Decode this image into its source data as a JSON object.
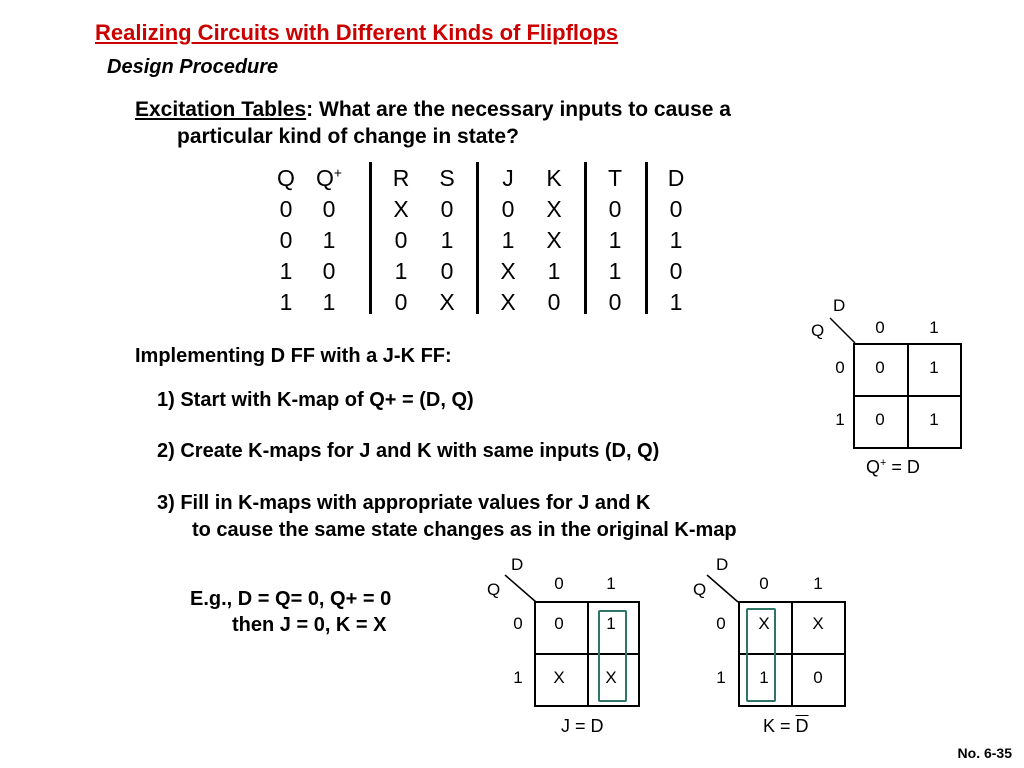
{
  "title": "Realizing Circuits with Different Kinds of Flipflops",
  "subtitle": "Design Procedure",
  "excitation": {
    "label": "Excitation Tables",
    "line1_rest": ":  What are the necessary inputs to cause a",
    "line2": "particular kind of change in state?"
  },
  "table": {
    "headers": [
      "Q",
      "Q",
      "R",
      "S",
      "J",
      "K",
      "T",
      "D"
    ],
    "q_plus_sup": "+",
    "rows": [
      [
        "0",
        "0",
        "X",
        "0",
        "0",
        "X",
        "0",
        "0"
      ],
      [
        "0",
        "1",
        "0",
        "1",
        "1",
        "X",
        "1",
        "1"
      ],
      [
        "1",
        "0",
        "1",
        "0",
        "X",
        "1",
        "1",
        "0"
      ],
      [
        "1",
        "1",
        "0",
        "X",
        "X",
        "0",
        "0",
        "1"
      ]
    ]
  },
  "implementing": "Implementing D FF with a J-K FF:",
  "steps": [
    "1) Start with K-map of Q+ = (D, Q)",
    "2) Create K-maps for J and K with same inputs (D, Q)",
    "3) Fill in K-maps with appropriate values for J and K",
    "to cause the same state changes as in the original K-map"
  ],
  "example": {
    "line1": "E.g., D = Q= 0, Q+ = 0",
    "line2": "then J = 0, K = X"
  },
  "kmaps": {
    "qplus": {
      "col_var": "D",
      "row_var": "Q",
      "col_heads": [
        "0",
        "1"
      ],
      "row_heads": [
        "0",
        "1"
      ],
      "cells": [
        [
          "0",
          "1"
        ],
        [
          "0",
          "1"
        ]
      ],
      "caption_left": "Q",
      "caption_sup": "+",
      "caption_right": " = D"
    },
    "j": {
      "col_var": "D",
      "row_var": "Q",
      "col_heads": [
        "0",
        "1"
      ],
      "row_heads": [
        "0",
        "1"
      ],
      "cells": [
        [
          "0",
          "1"
        ],
        [
          "X",
          "X"
        ]
      ],
      "caption": "J = D"
    },
    "k": {
      "col_var": "D",
      "row_var": "Q",
      "col_heads": [
        "0",
        "1"
      ],
      "row_heads": [
        "0",
        "1"
      ],
      "cells": [
        [
          "X",
          "X"
        ],
        [
          "1",
          "0"
        ]
      ],
      "caption_left": "K = ",
      "caption_bar": "D"
    }
  },
  "footer": "No. 6-35",
  "colors": {
    "title": "#cc0000",
    "highlight": "#2e7468"
  }
}
